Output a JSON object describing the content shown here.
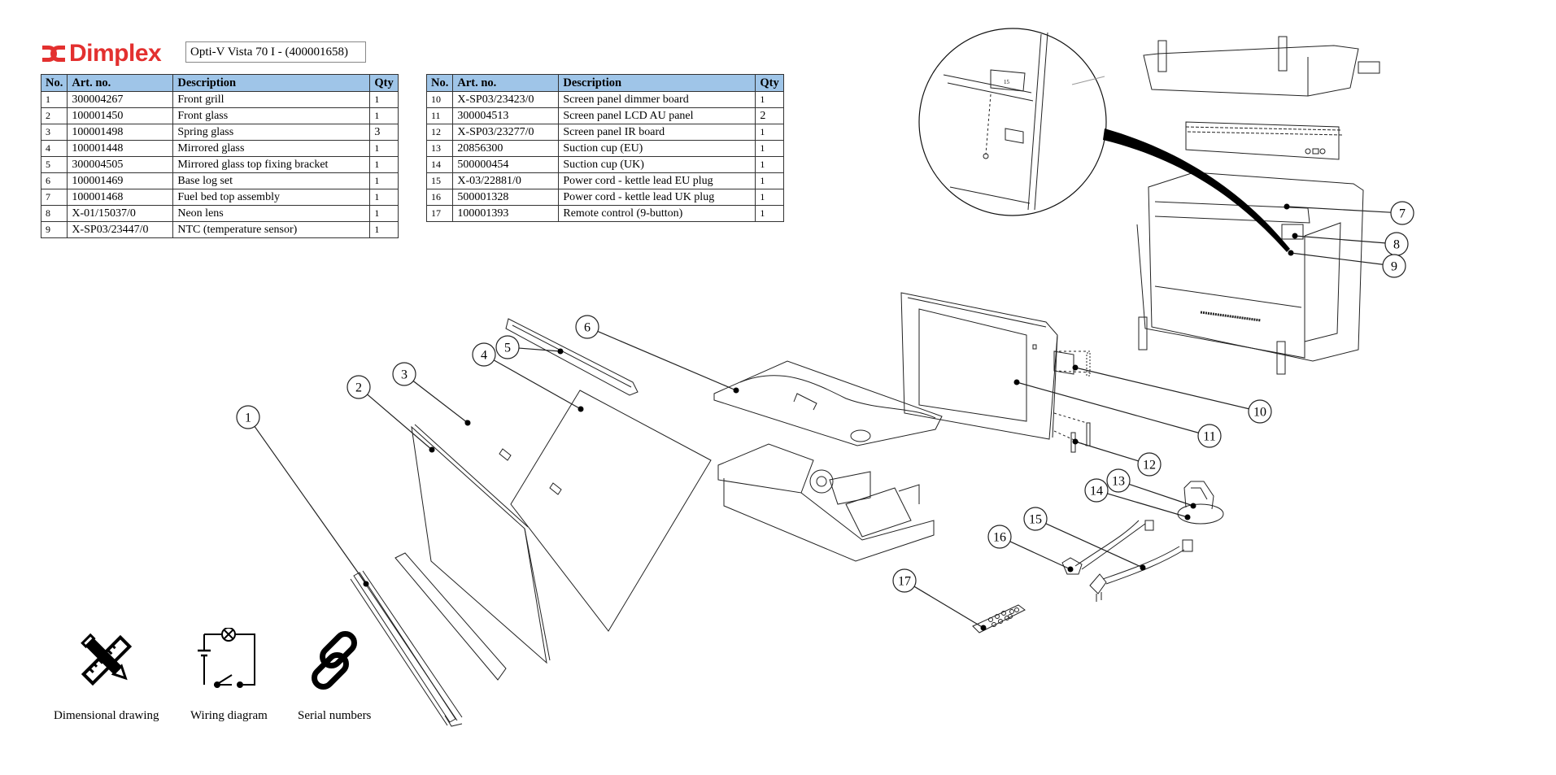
{
  "header": {
    "brand": "Dimplex",
    "brand_color": "#e3302f",
    "model_title": "Opti-V Vista 70 I - (400001658)"
  },
  "table_columns": [
    "No.",
    "Art. no.",
    "Description",
    "Qty"
  ],
  "table_header_color": "#9fc5e8",
  "parts_left": [
    {
      "no": "1",
      "art": "300004267",
      "desc": "Front grill",
      "qty": "1"
    },
    {
      "no": "2",
      "art": "100001450",
      "desc": "Front glass",
      "qty": "1"
    },
    {
      "no": "3",
      "art": "100001498",
      "desc": "Spring glass",
      "qty": "3"
    },
    {
      "no": "4",
      "art": "100001448",
      "desc": "Mirrored glass",
      "qty": "1"
    },
    {
      "no": "5",
      "art": "300004505",
      "desc": "Mirrored glass top fixing bracket",
      "qty": "1"
    },
    {
      "no": "6",
      "art": "100001469",
      "desc": "Base log set",
      "qty": "1"
    },
    {
      "no": "7",
      "art": "100001468",
      "desc": "Fuel bed top assembly",
      "qty": "1"
    },
    {
      "no": "8",
      "art": "X-01/15037/0",
      "desc": "Neon lens",
      "qty": "1"
    },
    {
      "no": "9",
      "art": "X-SP03/23447/0",
      "desc": "NTC (temperature sensor)",
      "qty": "1"
    }
  ],
  "parts_right": [
    {
      "no": "10",
      "art": "X-SP03/23423/0",
      "desc": "Screen panel dimmer board",
      "qty": "1"
    },
    {
      "no": "11",
      "art": "300004513",
      "desc": "Screen panel LCD AU panel",
      "qty": "2"
    },
    {
      "no": "12",
      "art": "X-SP03/23277/0",
      "desc": "Screen panel IR board",
      "qty": "1"
    },
    {
      "no": "13",
      "art": "20856300",
      "desc": "Suction cup (EU)",
      "qty": "1"
    },
    {
      "no": "14",
      "art": "500000454",
      "desc": "Suction cup (UK)",
      "qty": "1"
    },
    {
      "no": "15",
      "art": "X-03/22881/0",
      "desc": "Power cord - kettle lead EU plug",
      "qty": "1"
    },
    {
      "no": "16",
      "art": "500001328",
      "desc": "Power cord - kettle lead UK plug",
      "qty": "1"
    },
    {
      "no": "17",
      "art": "100001393",
      "desc": "Remote control (9-button)",
      "qty": "1"
    }
  ],
  "callouts": [
    "1",
    "2",
    "3",
    "4",
    "5",
    "6",
    "7",
    "8",
    "9",
    "10",
    "11",
    "12",
    "13",
    "14",
    "15",
    "16",
    "17"
  ],
  "tools": [
    {
      "label": "Dimensional drawing",
      "icon": "ruler-pencil-icon"
    },
    {
      "label": "Wiring diagram",
      "icon": "circuit-icon"
    },
    {
      "label": "Serial numbers",
      "icon": "chain-link-icon"
    }
  ],
  "zoom_detail_label": "15"
}
